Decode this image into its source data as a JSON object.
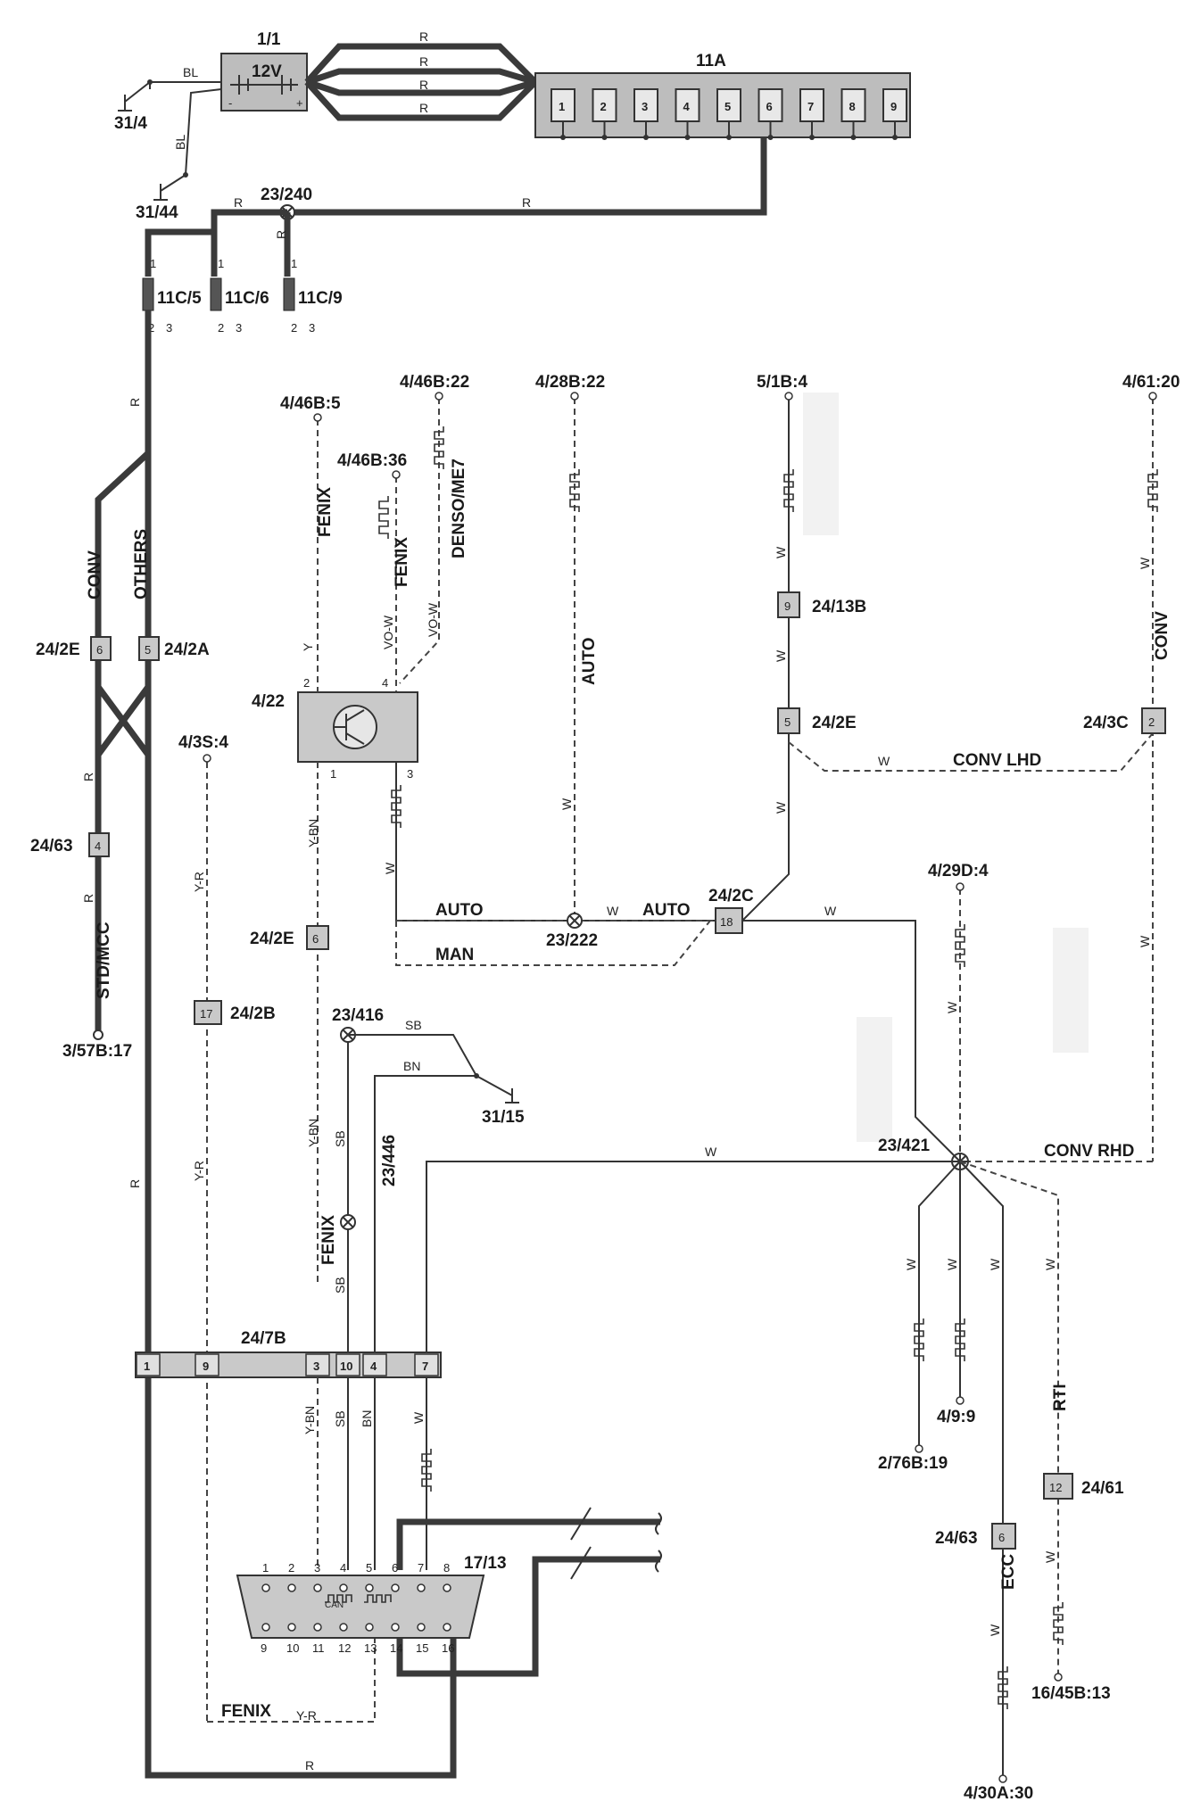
{
  "battery": {
    "ref": "1/1",
    "voltage": "12V",
    "minus": "-",
    "plus": "+"
  },
  "fuse_box": {
    "ref": "11A",
    "positions": [
      "1",
      "2",
      "3",
      "4",
      "5",
      "6",
      "7",
      "8",
      "9"
    ]
  },
  "grounds": {
    "g1": "31/4",
    "g2": "31/44",
    "g3": "31/15"
  },
  "splices": {
    "s240": "23/240",
    "s222": "23/222",
    "s416": "23/416",
    "s446": "23/446",
    "s421": "23/421"
  },
  "fuses": {
    "f5": "11C/5",
    "f6": "11C/6",
    "f9": "11C/9"
  },
  "terminals": {
    "t_46b22": "4/46B:22",
    "t_46b5": "4/46B:5",
    "t_46b36": "4/46B:36",
    "t_28b22": "4/28B:22",
    "t_1b4": "5/1B:4",
    "t_61": "4/61:20",
    "t_3s4": "4/3S:4",
    "t_57b17": "3/57B:17",
    "t_29d4": "4/29D:4",
    "t_76b19": "2/76B:19",
    "t_9_9": "4/9:9",
    "t_45b13": "16/45B:13",
    "t_30a30": "4/30A:30"
  },
  "connectors": {
    "c24_2e_a": {
      "ref": "24/2E",
      "pin": "6"
    },
    "c24_2a": {
      "ref": "24/2A",
      "pin": "5"
    },
    "c24_63_a": {
      "ref": "24/63",
      "pin": "4"
    },
    "c24_2e_b": {
      "ref": "24/2E",
      "pin": "6"
    },
    "c24_2b": {
      "ref": "24/2B",
      "pin": "17"
    },
    "c24_13b": {
      "ref": "24/13B",
      "pin": "9"
    },
    "c24_2e_c": {
      "ref": "24/2E",
      "pin": "5"
    },
    "c24_3c": {
      "ref": "24/3C",
      "pin": "2"
    },
    "c24_2c": {
      "ref": "24/2C",
      "pin": "18"
    },
    "c24_63_b": {
      "ref": "24/63",
      "pin": "6"
    },
    "c24_61": {
      "ref": "24/61",
      "pin": "12"
    }
  },
  "bar_24_7b": {
    "ref": "24/7B",
    "pins": [
      "1",
      "9",
      "3",
      "10",
      "4",
      "7"
    ]
  },
  "module": {
    "ref": "4/22"
  },
  "dlc": {
    "ref": "17/13",
    "top_pins": [
      "1",
      "2",
      "3",
      "4",
      "5",
      "6",
      "7",
      "8"
    ],
    "bottom_pins": [
      "9",
      "10",
      "11",
      "12",
      "13",
      "14",
      "15",
      "16"
    ],
    "can_label": "CAN"
  },
  "wire_colors": {
    "R": "R",
    "BL": "BL",
    "W": "W",
    "Y": "Y",
    "Y-BN": "Y-BN",
    "Y-R": "Y-R",
    "VO-W": "VO-W",
    "SB": "SB",
    "BN": "BN"
  },
  "variants": {
    "conv": "CONV",
    "others": "OTHERS",
    "std_mcc": "STD/MCC",
    "fenix": "FENIX",
    "denso": "DENSO/ME7",
    "auto": "AUTO",
    "man": "MAN",
    "conv_lhd": "CONV LHD",
    "conv_rhd": "CONV RHD",
    "rti": "RTI",
    "ecc": "ECC"
  },
  "colors": {
    "line": "#333333",
    "box_fill": "#c9c9c9",
    "background": "#ffffff"
  }
}
